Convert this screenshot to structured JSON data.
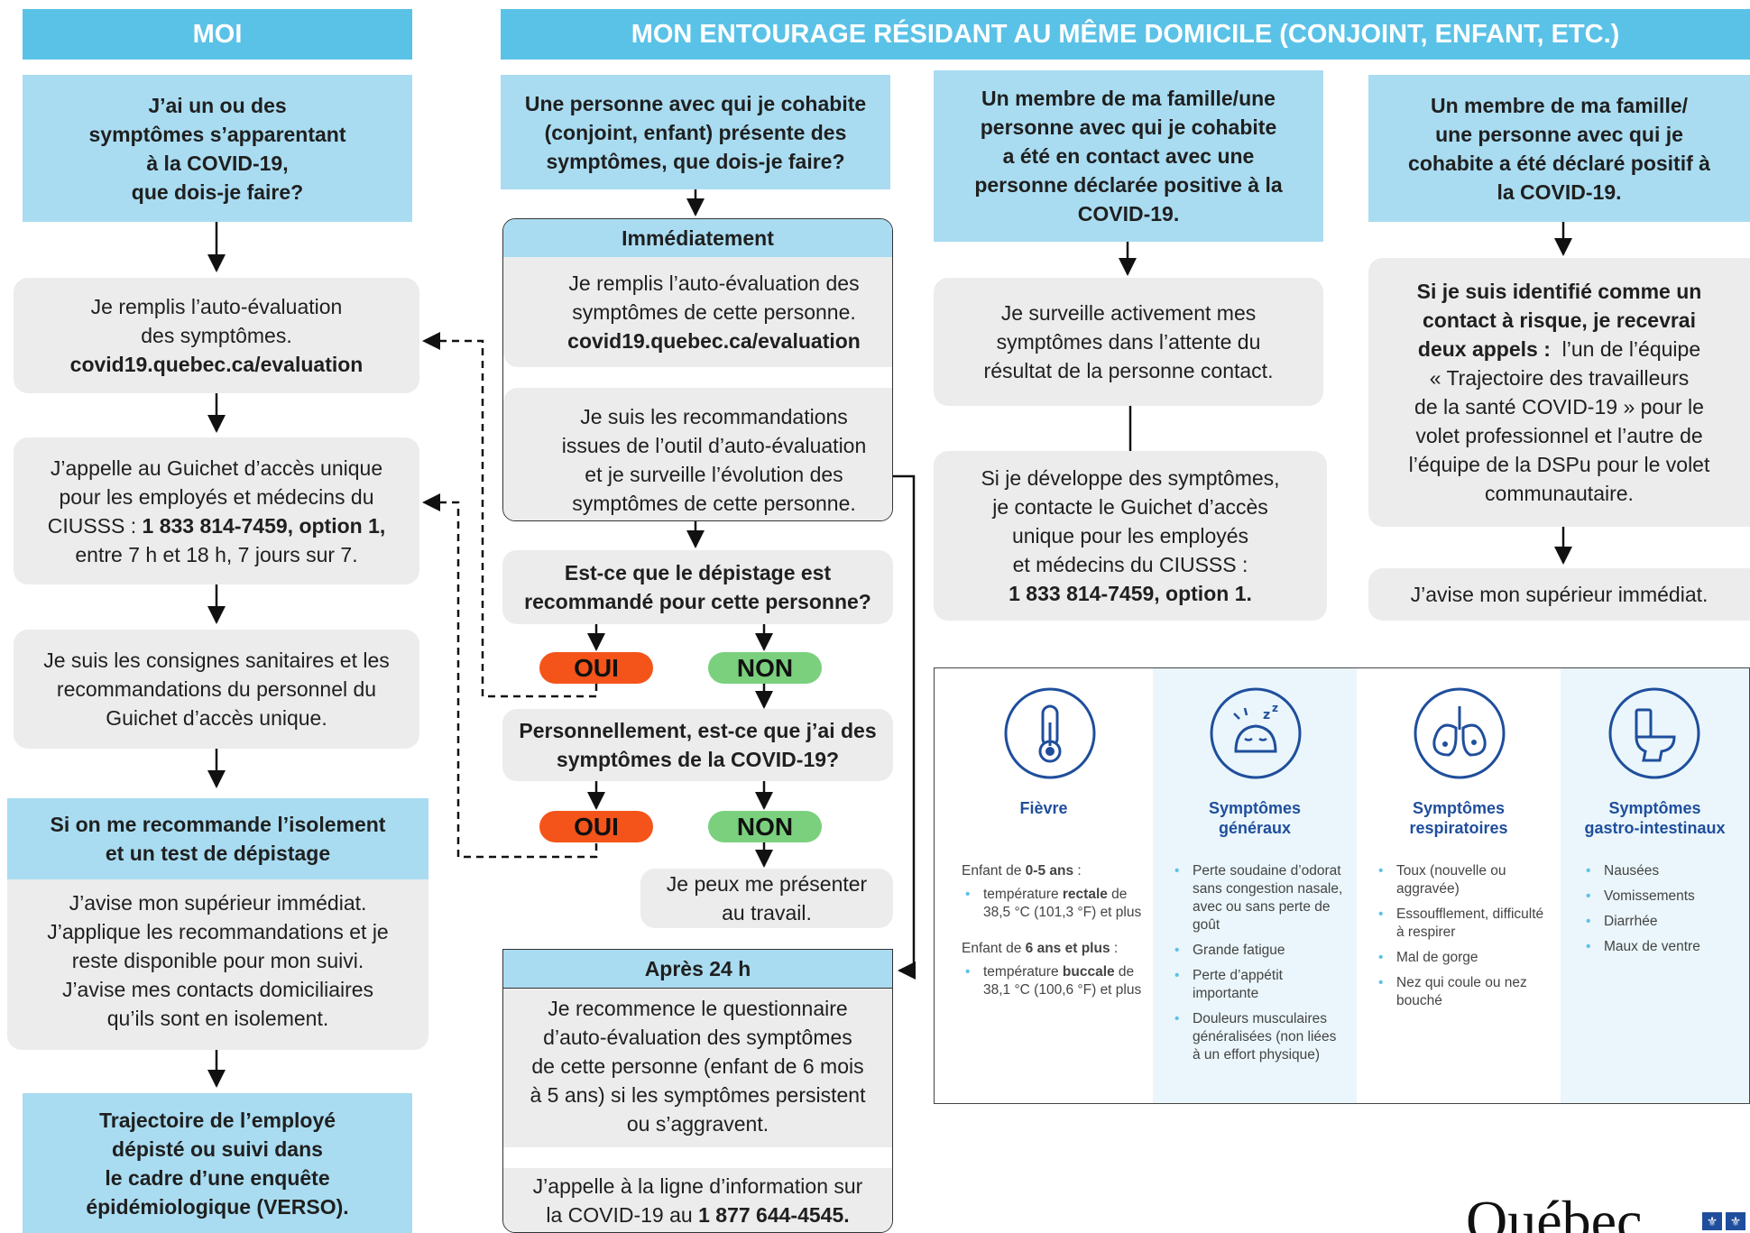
{
  "headers": {
    "moi": "MOI",
    "entourage": "MON ENTOURAGE RÉSIDANT AU MÊME DOMICILE (CONJOINT, ENFANT, ETC.)"
  },
  "col1": {
    "question": [
      "J’ai un ou des",
      "symptômes s’apparentant",
      "à la COVID-19,",
      "que dois-je faire?"
    ],
    "step1": {
      "lines": [
        "Je remplis l’auto-évaluation",
        "des symptômes."
      ],
      "link": "covid19.quebec.ca/evaluation"
    },
    "step2": {
      "line1": "J’appelle au Guichet d’accès unique",
      "line2": "pour les employés et médecins du",
      "line3_prefix": "CIUSSS : ",
      "line3_bold": "1 833 814-7459, option 1,",
      "line4": "entre 7 h et 18 h, 7 jours sur 7."
    },
    "step3": [
      "Je suis les consignes sanitaires et les",
      "recommandations du personnel du",
      "Guichet d’accès unique."
    ],
    "isolation_title": [
      "Si on me recommande l’isolement",
      "et un test de dépistage"
    ],
    "isolation_body": [
      "J’avise mon supérieur immédiat.",
      "J’applique les recommandations et je",
      "reste disponible pour mon suivi.",
      "J’avise mes contacts domiciliaires",
      "qu’ils sont en isolement."
    ],
    "trajectory": [
      "Trajectoire de l’employé",
      "dépisté ou suivi dans",
      "le cadre d’une enquête",
      "épidémiologique (VERSO)."
    ]
  },
  "col2": {
    "question": [
      "Une personne avec qui je cohabite",
      "(conjoint, enfant) présente des",
      "symptômes, que dois-je faire?"
    ],
    "immediately": "Immédiatement",
    "imm_step1": {
      "lines": [
        "Je remplis l’auto-évaluation des",
        "symptômes de cette personne."
      ],
      "link": "covid19.quebec.ca/evaluation"
    },
    "imm_step2": [
      "Je suis les recommandations",
      "issues de l’outil d’auto-évaluation",
      "et je surveille l’évolution des",
      "symptômes de cette personne."
    ],
    "q_screening": [
      "Est-ce que le dépistage est",
      "recommandé pour cette personne?"
    ],
    "oui": "OUI",
    "non": "NON",
    "q_personal": [
      "Personnellement, est-ce que j’ai des",
      "symptômes de la COVID-19?"
    ],
    "work": [
      "Je peux me présenter",
      "au travail."
    ],
    "after24": "Après 24 h",
    "after24_body": [
      "Je recommence le questionnaire",
      "d’auto-évaluation des symptômes",
      "de cette personne (enfant de 6 mois",
      "à 5 ans) si les symptômes persistent",
      "ou s’aggravent."
    ],
    "call_line1": "J’appelle à la ligne d’information sur",
    "call_prefix": "la COVID-19 au ",
    "call_bold": "1 877 644-4545."
  },
  "col3": {
    "question": [
      "Un membre de ma famille/une",
      "personne avec qui je cohabite",
      "a été en contact avec une",
      "personne déclarée positive à la",
      "COVID-19."
    ],
    "step1": [
      "Je surveille activement mes",
      "symptômes dans l’attente du",
      "résultat de la personne contact."
    ],
    "step2": [
      "Si je développe des symptômes,",
      "je contacte le Guichet d’accès",
      "unique pour les employés",
      "et médecins du CIUSSS :"
    ],
    "step2_bold": "1 833 814-7459, option 1."
  },
  "col4": {
    "question": [
      "Un membre de ma famille/",
      "une personne avec qui je",
      "cohabite a été déclaré positif à",
      "la COVID-19."
    ],
    "step1_bold": [
      "Si je suis identifié comme un",
      "contact à risque, je recevrai",
      "deux appels :"
    ],
    "step1_rest_first": "  l’un de l’équipe",
    "step1_rest": [
      "« Trajectoire des travailleurs",
      "de la santé COVID-19 » pour le",
      "volet professionnel et l’autre de",
      "l’équipe de la DSPu pour le volet",
      "communautaire."
    ],
    "step2": "J’avise mon supérieur immédiat."
  },
  "symptoms": {
    "fever": {
      "title": "Fièvre",
      "child1_prefix": "Enfant de ",
      "child1_bold": "0-5 ans",
      "child1_suffix": " :",
      "child1_item_a": "température ",
      "child1_item_b": "rectale",
      "child1_item_c": " de 38,5 °C (101,3 °F) et plus",
      "child2_prefix": "Enfant de ",
      "child2_bold": "6 ans et plus",
      "child2_suffix": " :",
      "child2_item_a": "température ",
      "child2_item_b": "buccale",
      "child2_item_c": " de 38,1 °C (100,6 °F) et plus"
    },
    "general": {
      "title": [
        "Symptômes",
        "généraux"
      ],
      "items": [
        "Perte soudaine d’odorat sans congestion nasale, avec ou sans perte de goût",
        "Grande fatigue",
        "Perte d’appétit importante",
        "Douleurs musculaires généralisées (non liées à un effort physique)"
      ]
    },
    "respiratory": {
      "title": [
        "Symptômes",
        "respiratoires"
      ],
      "items": [
        "Toux (nouvelle ou aggravée)",
        "Essoufflement, difficulté à respirer",
        "Mal de gorge",
        "Nez qui coule ou nez bouché"
      ]
    },
    "gastro": {
      "title": [
        "Symptômes",
        "gastro-intestinaux"
      ],
      "items": [
        "Nausées",
        "Vomissements",
        "Diarrhée",
        "Maux de ventre"
      ]
    }
  },
  "logo_text": "Québec",
  "colors": {
    "header": "#5bc2e7",
    "light_blue": "#a9dcf1",
    "grey": "#ececec",
    "oui": "#f4541a",
    "non": "#7bd07e",
    "icon_blue": "#1f4e9c"
  }
}
